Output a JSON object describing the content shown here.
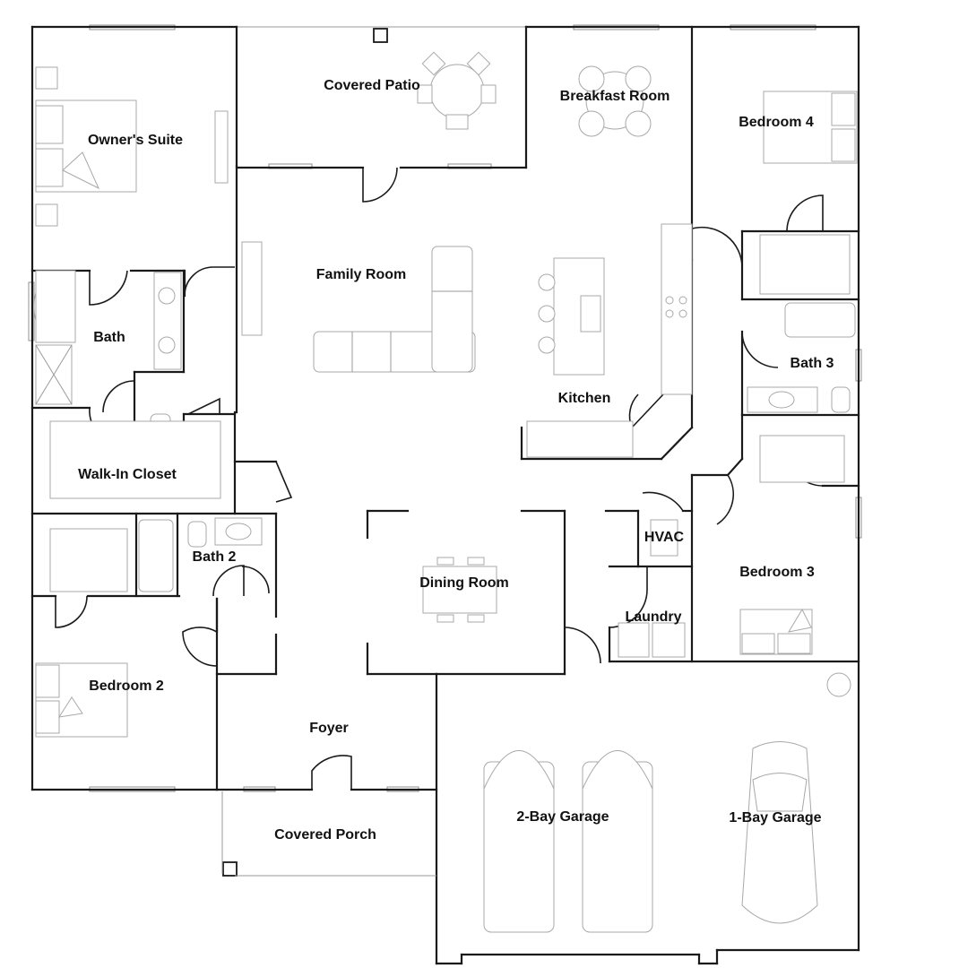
{
  "rooms": {
    "owners_suite": "Owner's Suite",
    "covered_patio": "Covered Patio",
    "breakfast_room": "Breakfast Room",
    "bedroom_4": "Bedroom 4",
    "family_room": "Family Room",
    "bath": "Bath",
    "kitchen": "Kitchen",
    "bath_3": "Bath 3",
    "walk_in_closet": "Walk-In Closet",
    "hvac": "HVAC",
    "bath_2": "Bath 2",
    "bedroom_3": "Bedroom 3",
    "dining_room": "Dining Room",
    "laundry": "Laundry",
    "bedroom_2": "Bedroom 2",
    "foyer": "Foyer",
    "covered_porch": "Covered Porch",
    "two_bay_garage": "2-Bay Garage",
    "one_bay_garage": "1-Bay Garage"
  }
}
